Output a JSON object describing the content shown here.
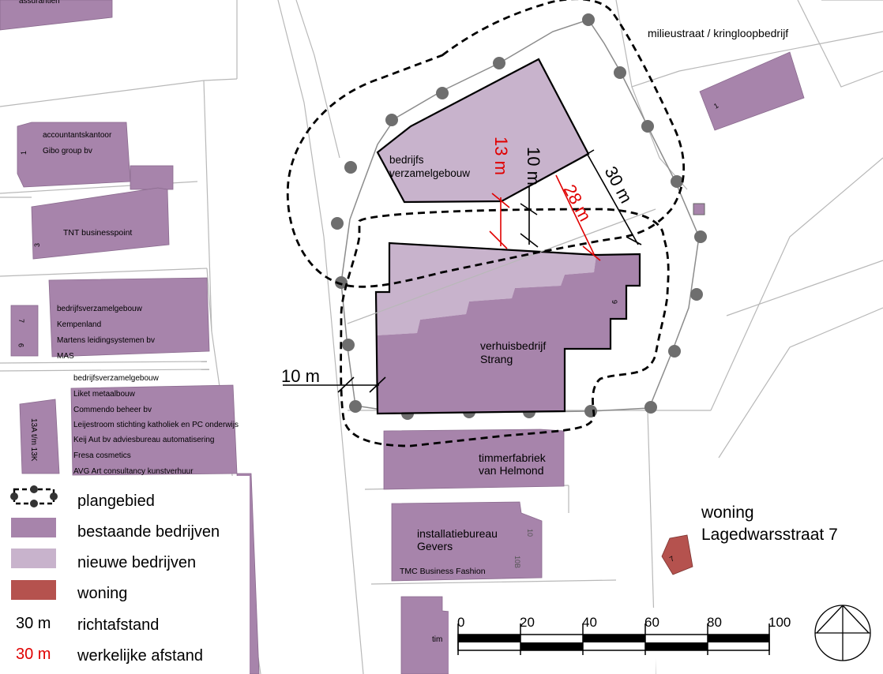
{
  "colors": {
    "existing": "#a784ab",
    "new": "#c8b3cc",
    "dwelling": "#b5524e",
    "line": "#b8b8b8",
    "measured": "#e00000",
    "dot": "#6e6e6e"
  },
  "map_labels": {
    "assurantien": "assurantien",
    "accountantskantoor": "accountantskantoor",
    "gibo": "Gibo group bv",
    "tnt": "TNT businesspoint",
    "bvg1": "bedrijfsverzamelgebouw",
    "kempenland": "Kempenland",
    "martens": "Martens leidingsystemen bv",
    "mas": "MAS",
    "bvg2": "bedrijfsverzamelgebouw",
    "liket": "Liket metaalbouw",
    "commendo": "Commendo beheer bv",
    "leijestroom": "Leijestroom stichting katholiek en PC onderwijs",
    "keij": "Keij Aut bv adviesbureau automatisering",
    "fresa": "Fresa cosmetics",
    "avg": "AVG Art consultancy kunstverhuur",
    "milieustraat": "milieustraat / kringloopbedrijf",
    "bv_new_1": "bedrijfs",
    "bv_new_2": "verzamelgebouw",
    "verhuis_1": "verhuisbedrijf",
    "verhuis_2": "Strang",
    "timmer_1": "timmerfabriek",
    "timmer_2": "van Helmond",
    "install_1": "installatiebureau",
    "install_2": "Gevers",
    "tmc": "TMC Business Fashion",
    "tim": "tim",
    "woning_1": "woning",
    "woning_2": "Lagedwarsstraat 7"
  },
  "house_numbers": {
    "n1a": "1",
    "n1b": "1",
    "n3": "3",
    "n7": "7",
    "n9a": "9",
    "n9b": "9",
    "n13": "13A t/m 13K",
    "n10": "10",
    "n10b": "10B",
    "n7w": "7"
  },
  "distances": {
    "d13": "13 m",
    "d10a": "10 m",
    "d28": "28 m",
    "d30": "30 m",
    "d10b": "10 m"
  },
  "legend": {
    "plangebied": "plangebied",
    "bestaande": "bestaande bedrijven",
    "nieuwe": "nieuwe bedrijven",
    "woning": "woning",
    "richt_value": "30 m",
    "richt_label": "richtafstand",
    "werk_value": "30 m",
    "werk_label": "werkelijke afstand"
  },
  "scalebar": {
    "ticks": [
      "0",
      "20",
      "40",
      "60",
      "80",
      "100"
    ]
  }
}
